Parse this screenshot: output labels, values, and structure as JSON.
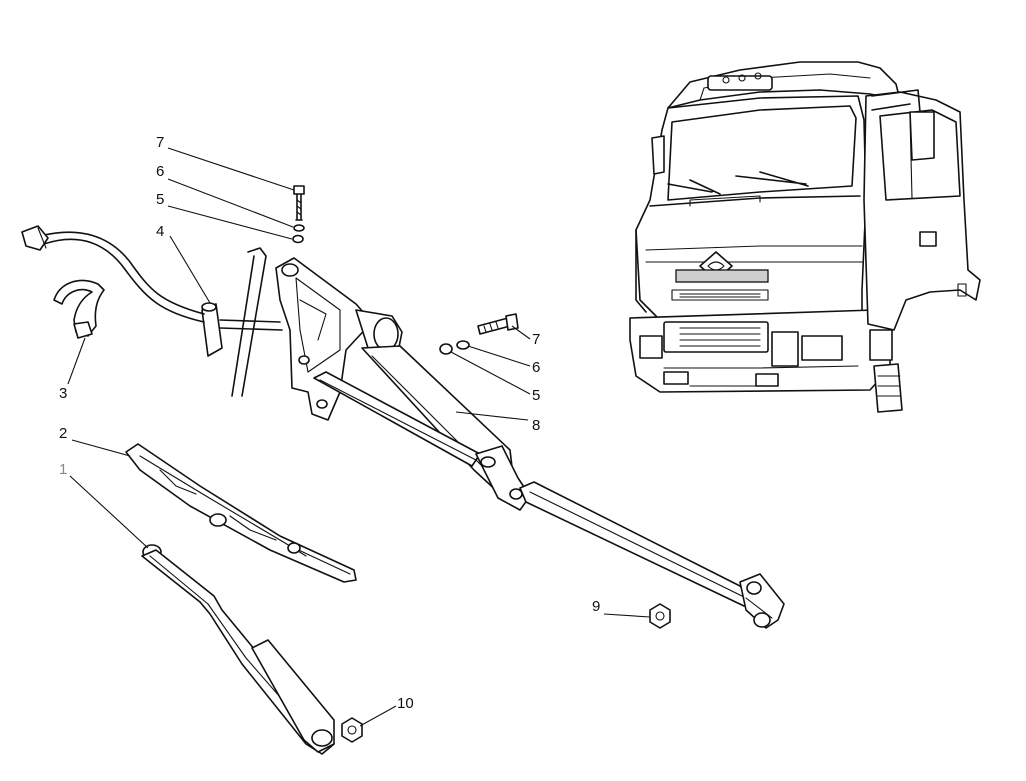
{
  "callouts": [
    {
      "id": "c7a",
      "text": "7"
    },
    {
      "id": "c6a",
      "text": "6"
    },
    {
      "id": "c5a",
      "text": "5"
    },
    {
      "id": "c4",
      "text": "4"
    },
    {
      "id": "c3",
      "text": "3"
    },
    {
      "id": "c2",
      "text": "2"
    },
    {
      "id": "c1",
      "text": "1"
    },
    {
      "id": "c7b",
      "text": "7"
    },
    {
      "id": "c6b",
      "text": "6"
    },
    {
      "id": "c5b",
      "text": "5"
    },
    {
      "id": "c8",
      "text": "8"
    },
    {
      "id": "c9",
      "text": "9"
    },
    {
      "id": "c10",
      "text": "10"
    }
  ],
  "colors": {
    "line": "#111111",
    "background": "#ffffff",
    "muted_label": "#8a8a8a"
  }
}
